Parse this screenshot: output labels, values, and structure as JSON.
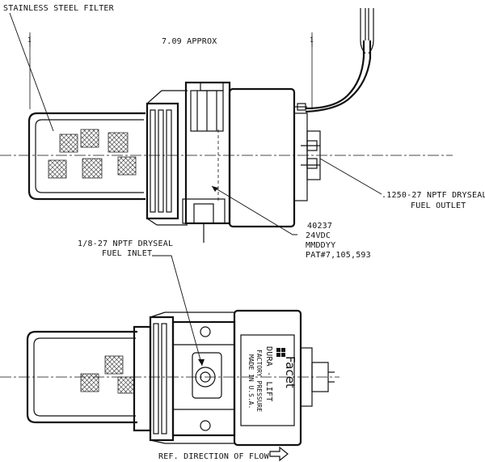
{
  "labels": {
    "filter": "STAINLESS STEEL FILTER",
    "length": "7.09 APPROX",
    "outlet_line1": ".1250-27 NPTF DRYSEAL",
    "outlet_line2": "FUEL OUTLET",
    "part_line1": "40237",
    "part_line2": "24VDC",
    "part_line3": "MMDDYY",
    "part_line4": "PAT#7,105,593",
    "inlet_line1": "1/8-27 NPTF DRYSEAL",
    "inlet_line2": "FUEL INLET",
    "flow": "REF. DIRECTION OF FLOW",
    "brand_line1": "Facet",
    "brand_line2": "DURA - LIFT",
    "brand_line3": "FACTORY PRESSURE",
    "brand_line4": "MADE IN U.S.A."
  }
}
